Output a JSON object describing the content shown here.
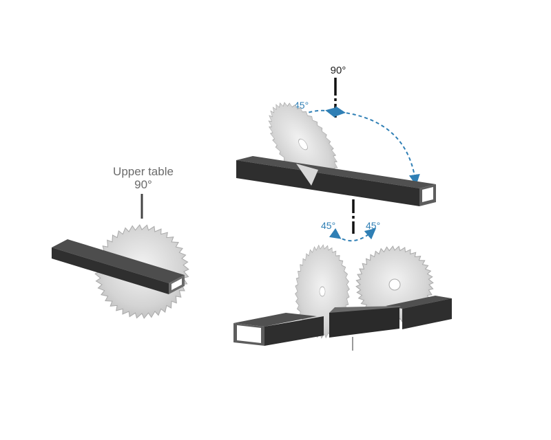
{
  "labels": {
    "upper_table_title": "Upper table",
    "upper_table_angle": "90°",
    "top_vertical_angle": "90°",
    "top_left_angle": "45°",
    "bottom_left_angle": "45°",
    "bottom_right_angle": "45°"
  },
  "colors": {
    "accent_blue": "#2f7fb5",
    "profile_dark": "#3a3a3a",
    "blade_light": "#dcdcdc"
  },
  "icons": [
    "saw-blade-icon",
    "square-tube-profile-icon"
  ]
}
